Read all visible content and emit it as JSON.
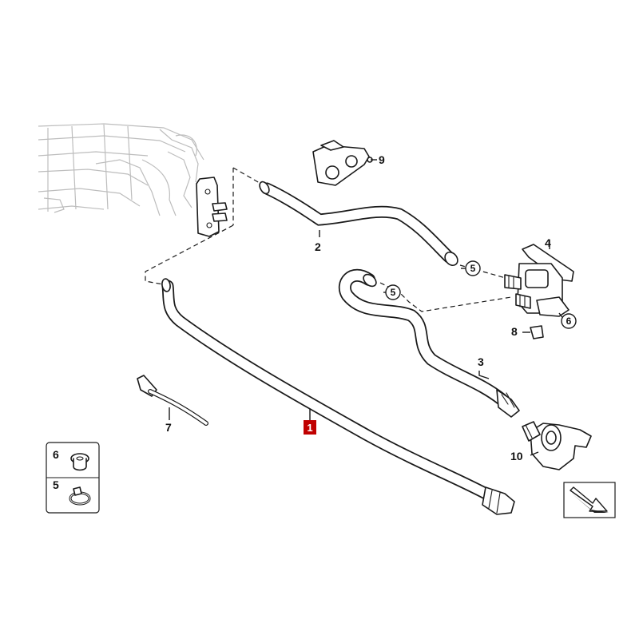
{
  "labels": {
    "p1": "1",
    "p2": "2",
    "p3": "3",
    "p4": "4",
    "p5a": "5",
    "p5b": "5",
    "p6": "6",
    "p7": "7",
    "p8": "8",
    "p9": "9",
    "p10": "10",
    "legend_6": "6",
    "legend_5": "5"
  },
  "colors": {
    "highlight": "#c00000",
    "line": "#1a1a1a",
    "ghost": "#bdbdbd"
  },
  "icons": {
    "direction": "direction-arrow-icon"
  }
}
